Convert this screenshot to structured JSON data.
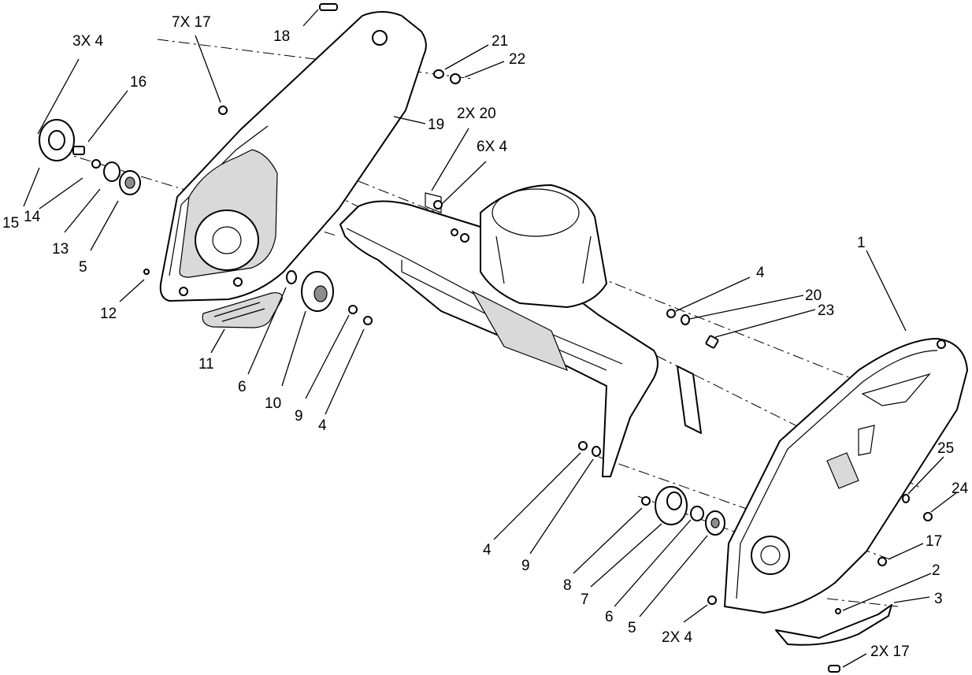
{
  "callouts": [
    {
      "id": "c-18",
      "text": "18"
    },
    {
      "id": "c-7x17",
      "text": "7X 17"
    },
    {
      "id": "c-3x4",
      "text": "3X 4"
    },
    {
      "id": "c-16",
      "text": "16"
    },
    {
      "id": "c-21",
      "text": "21"
    },
    {
      "id": "c-22",
      "text": "22"
    },
    {
      "id": "c-19",
      "text": "19"
    },
    {
      "id": "c-2x20",
      "text": "2X 20"
    },
    {
      "id": "c-6x4",
      "text": "6X 4"
    },
    {
      "id": "c-15",
      "text": "15"
    },
    {
      "id": "c-14",
      "text": "14"
    },
    {
      "id": "c-13",
      "text": "13"
    },
    {
      "id": "c-5-left",
      "text": "5"
    },
    {
      "id": "c-1",
      "text": "1"
    },
    {
      "id": "c-12",
      "text": "12"
    },
    {
      "id": "c-4-upper",
      "text": "4"
    },
    {
      "id": "c-20",
      "text": "20"
    },
    {
      "id": "c-23",
      "text": "23"
    },
    {
      "id": "c-11",
      "text": "11"
    },
    {
      "id": "c-6-left",
      "text": "6"
    },
    {
      "id": "c-10",
      "text": "10"
    },
    {
      "id": "c-9-left",
      "text": "9"
    },
    {
      "id": "c-4-left",
      "text": "4"
    },
    {
      "id": "c-25",
      "text": "25"
    },
    {
      "id": "c-24",
      "text": "24"
    },
    {
      "id": "c-17",
      "text": "17"
    },
    {
      "id": "c-2",
      "text": "2"
    },
    {
      "id": "c-3",
      "text": "3"
    },
    {
      "id": "c-4-lower",
      "text": "4"
    },
    {
      "id": "c-9-lower",
      "text": "9"
    },
    {
      "id": "c-8",
      "text": "8"
    },
    {
      "id": "c-7",
      "text": "7"
    },
    {
      "id": "c-6-lower",
      "text": "6"
    },
    {
      "id": "c-5-lower",
      "text": "5"
    },
    {
      "id": "c-2x4",
      "text": "2X 4"
    },
    {
      "id": "c-2x17",
      "text": "2X 17"
    }
  ]
}
